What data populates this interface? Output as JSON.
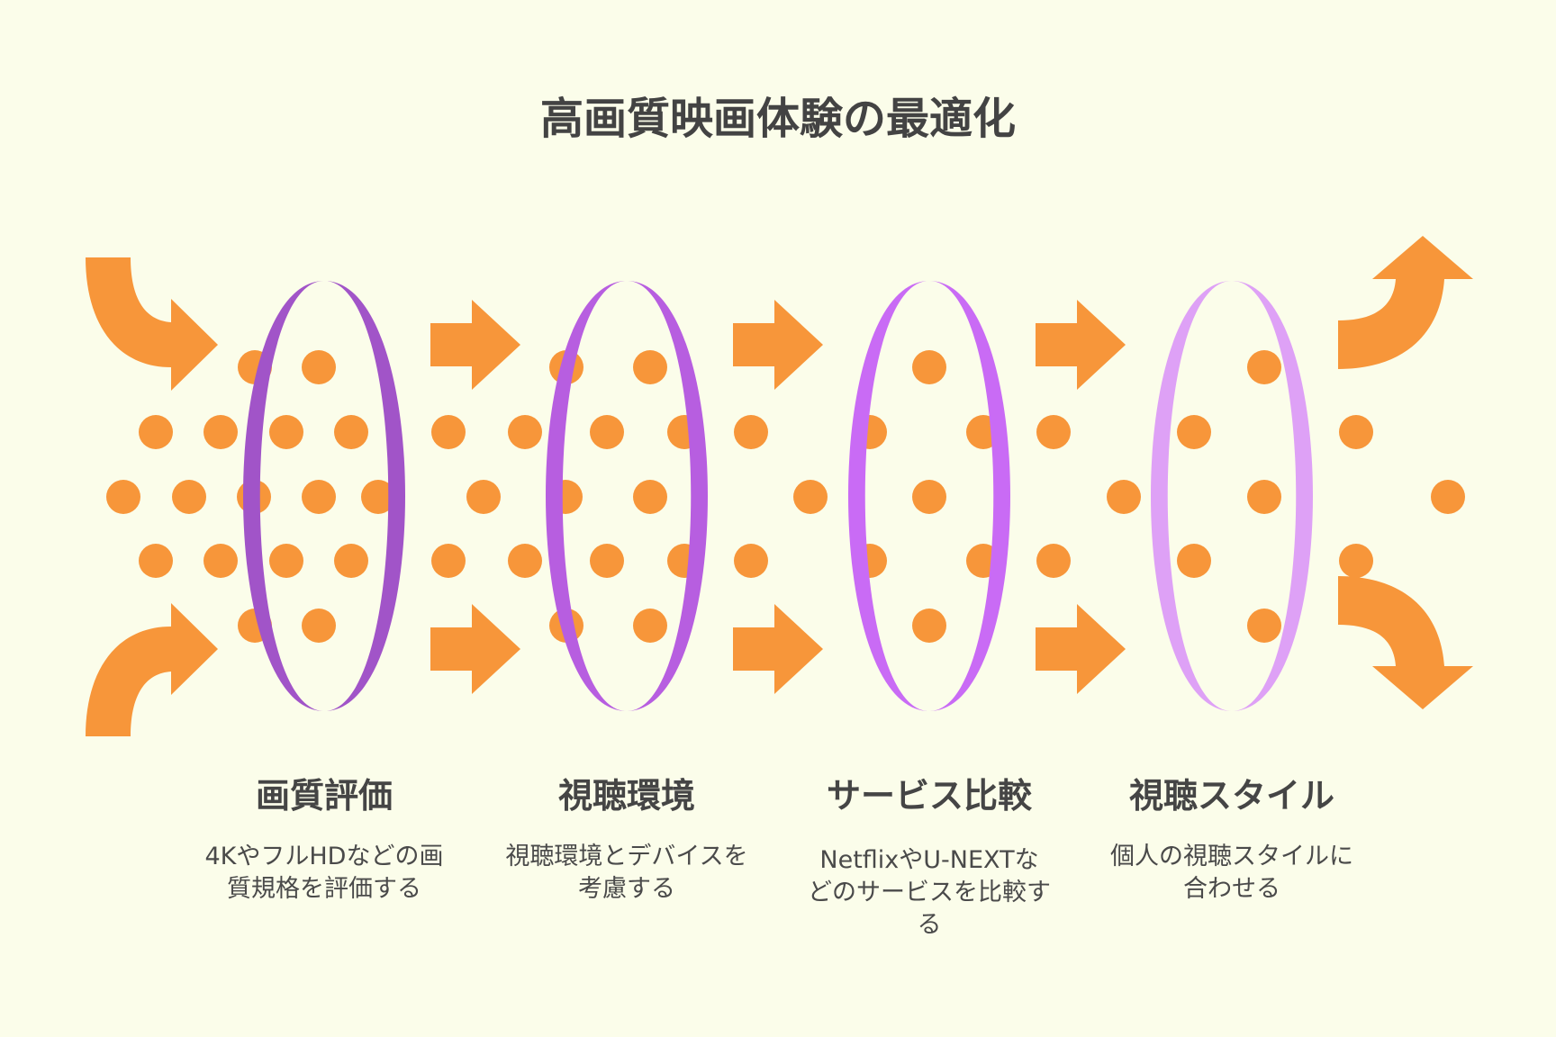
{
  "title": "高画質映画体験の最適化",
  "colors": {
    "background": "#fbfdea",
    "arrow": "#f7963a",
    "dot": "#f7963a",
    "text": "#444444"
  },
  "stages": [
    {
      "label": "画質評価",
      "description": "4KやフルHDなどの画質規格を評価する",
      "ring_color": "#a154c8",
      "ring_inner_color": "#a154c8"
    },
    {
      "label": "視聴環境",
      "description": "視聴環境とデバイスを考慮する",
      "ring_color": "#b75ee0",
      "ring_inner_color": "#b75ee0"
    },
    {
      "label": "サービス比較",
      "description": "NetflixやU-NEXTなどのサービスを比較する",
      "ring_color": "#c96bf5",
      "ring_inner_color": "#c96bf5"
    },
    {
      "label": "視聴スタイル",
      "description": "個人の視聴スタイルに合わせる",
      "ring_color": "#dea1f6",
      "ring_inner_color": "#dea1f6"
    }
  ]
}
